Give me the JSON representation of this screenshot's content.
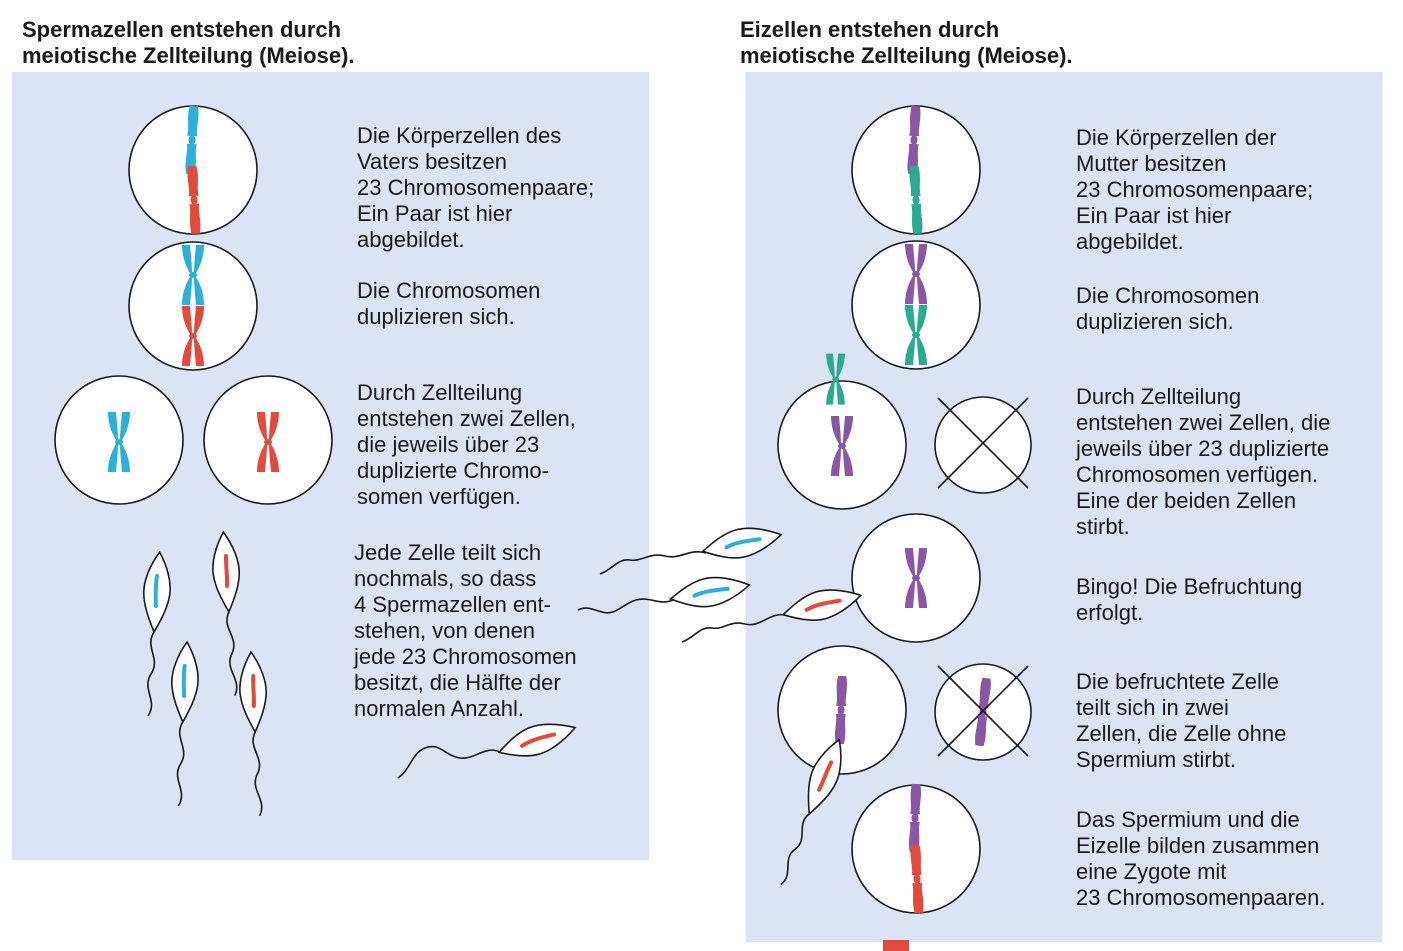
{
  "colors": {
    "panel": "#dbe4f4",
    "father_chromosome": "#2bb0da",
    "paternal_partner": "#e24b3c",
    "mother_chromosome": "#8a57a6",
    "maternal_partner": "#2aaa8f",
    "sperm_chromosome": "#e24b3c"
  },
  "left": {
    "heading": "Spermazellen entstehen durch\nmeiotische Zellteilung (Meiose).",
    "steps": [
      "Die Körperzellen des\nVaters besitzen\n23 Chromosomenpaare;\nEin Paar ist hier\nabgebildet.",
      "Die Chromosomen\nduplizieren sich.",
      "Durch Zellteilung\nentstehen zwei Zellen,\ndie jeweils über 23\nduplizierte Chromo-\nsomen verfügen.",
      "Jede Zelle teilt sich\nnochmals, so dass\n4 Spermazellen ent-\nstehen, von denen\njede 23 Chromosomen\nbesitzt, die Hälfte der\nnormalen Anzahl."
    ]
  },
  "right": {
    "heading": "Eizellen entstehen durch\nmeiotische Zellteilung (Meiose).",
    "steps": [
      "Die Körperzellen der\nMutter besitzen\n23 Chromosomenpaare;\nEin Paar ist hier\nabgebildet.",
      "Die Chromosomen\nduplizieren sich.",
      "Durch Zellteilung\nentstehen zwei Zellen, die\njeweils über 23 duplizierte\nChromosomen verfügen.\nEine der beiden Zellen\nstirbt.",
      "Bingo! Die Befruchtung\nerfolgt.",
      "Die befruchtete Zelle\nteilt sich in zwei\nZellen, die Zelle ohne\nSpermium stirbt.",
      "Das Spermium und die\nEizelle bilden zusammen\neine Zygote mit\n23 Chromosomenpaaren."
    ]
  }
}
